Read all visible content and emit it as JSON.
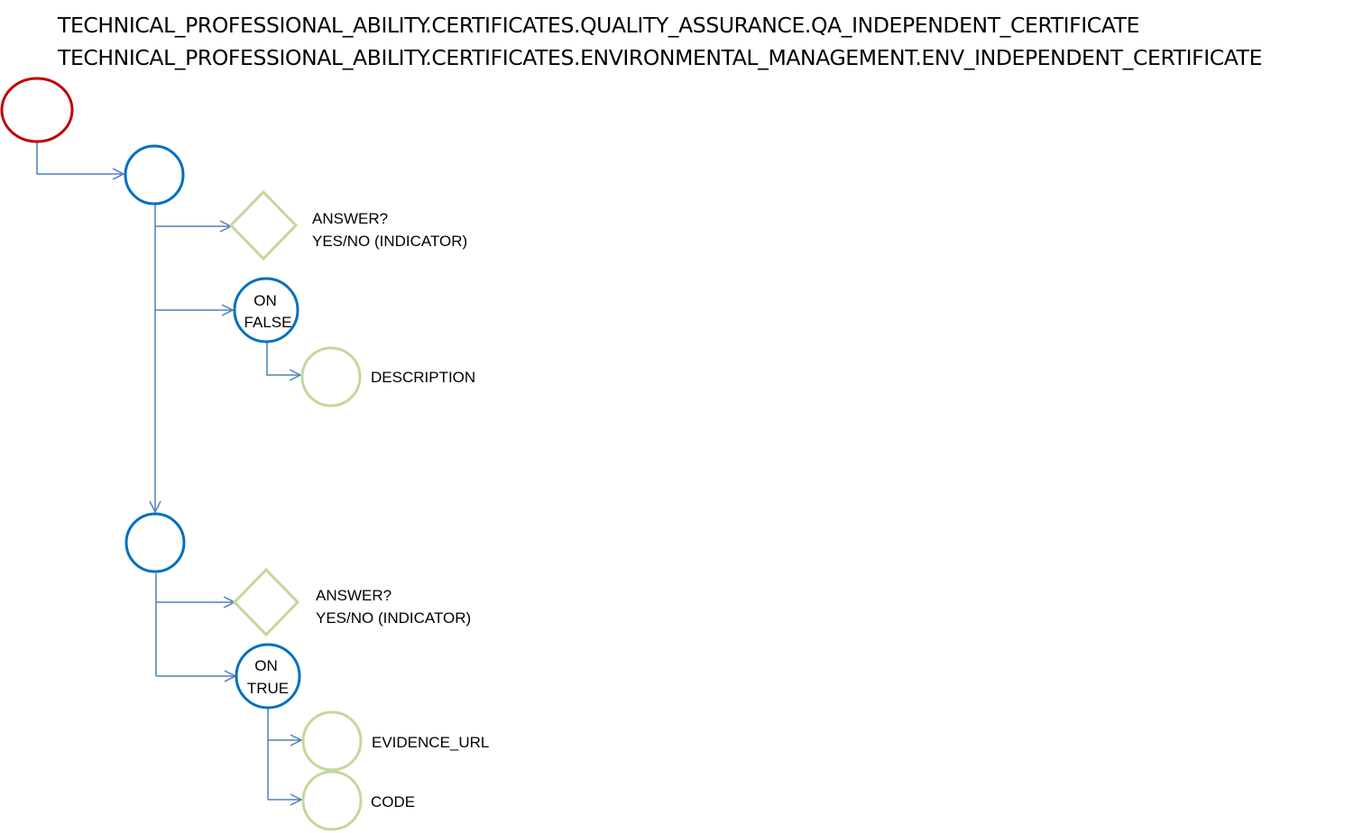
{
  "title_lines": [
    "TECHNICAL_PROFESSIONAL_ABILITY.CERTIFICATES.QUALITY_ASSURANCE.QA_INDEPENDENT_CERTIFICATE",
    "TECHNICAL_PROFESSIONAL_ABILITY.CERTIFICATES.ENVIRONMENTAL_MANAGEMENT.ENV_INDEPENDENT_CERTIFICATE"
  ],
  "colors": {
    "root_node": "#C00000",
    "group_node": "#0070C0",
    "leaf_node": "#C4D79B",
    "connector": "#4F81BD",
    "text": "#000000"
  },
  "groups": [
    {
      "question": {
        "line1": "ANSWER?",
        "line2": "YES/NO (INDICATOR)"
      },
      "condition": {
        "line1": "ON",
        "line2": "FALSE"
      },
      "fields": [
        "DESCRIPTION"
      ]
    },
    {
      "question": {
        "line1": "ANSWER?",
        "line2": "YES/NO (INDICATOR)"
      },
      "condition": {
        "line1": "ON",
        "line2": "TRUE"
      },
      "fields": [
        "EVIDENCE_URL",
        "CODE"
      ]
    }
  ]
}
